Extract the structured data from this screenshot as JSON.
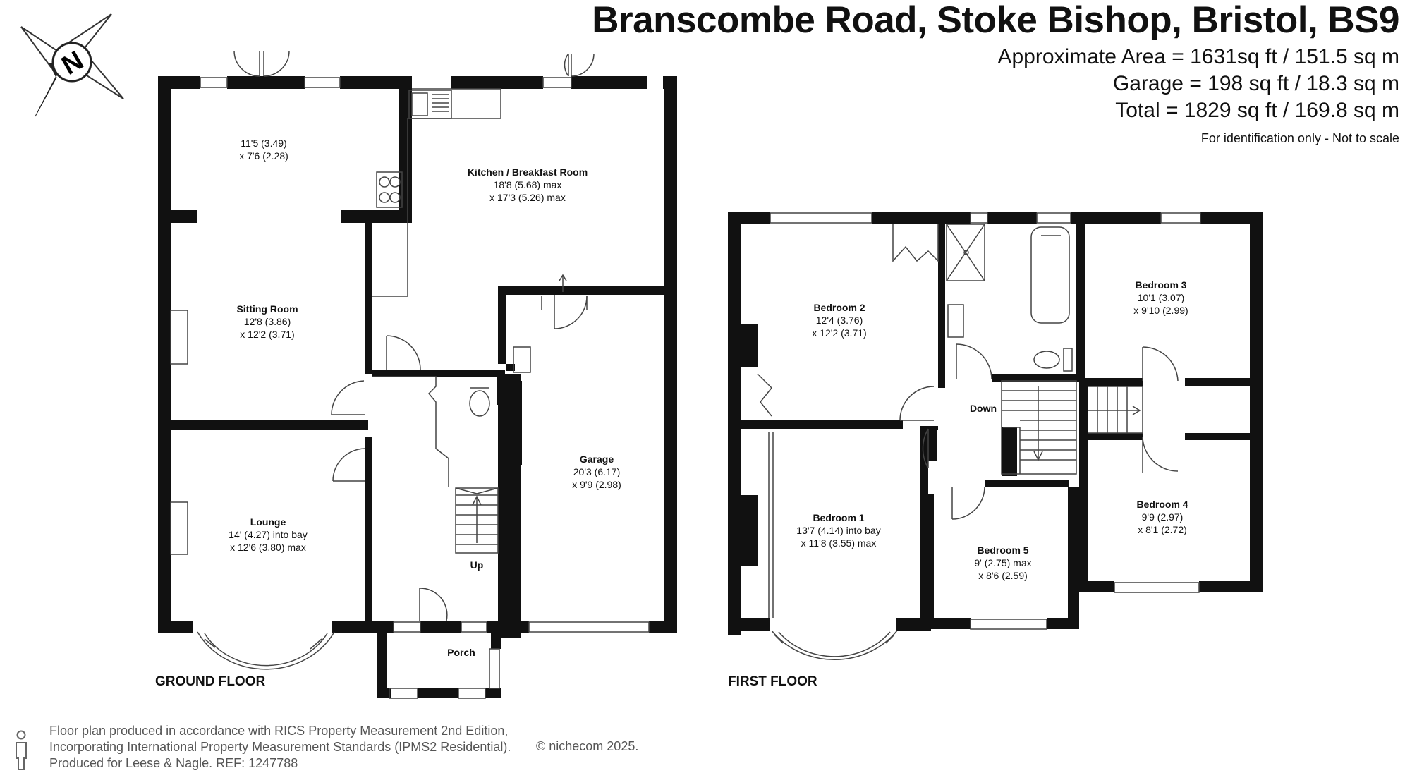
{
  "header": {
    "title": "Branscombe Road, Stoke Bishop, Bristol, BS9",
    "approx_area": "Approximate Area = 1631sq ft / 151.5 sq m",
    "garage_area": "Garage = 198 sq ft / 18.3 sq m",
    "total_area": "Total = 1829 sq ft / 169.8 sq m",
    "note": "For identification only - Not to scale"
  },
  "compass": {
    "letter": "N",
    "icon": "compass-rose-icon"
  },
  "ground_floor": {
    "label": "GROUND FLOOR",
    "rooms": {
      "conservatory": {
        "dim1": "11'5 (3.49)",
        "dim2": "x 7'6 (2.28)"
      },
      "kitchen": {
        "name": "Kitchen / Breakfast Room",
        "dim1": "18'8 (5.68) max",
        "dim2": "x 17'3 (5.26) max"
      },
      "sitting": {
        "name": "Sitting Room",
        "dim1": "12'8 (3.86)",
        "dim2": "x 12'2 (3.71)"
      },
      "garage": {
        "name": "Garage",
        "dim1": "20'3 (6.17)",
        "dim2": "x 9'9 (2.98)"
      },
      "lounge": {
        "name": "Lounge",
        "dim1": "14' (4.27) into bay",
        "dim2": "x 12'6 (3.80) max"
      },
      "porch": {
        "name": "Porch"
      },
      "stairs": {
        "label": "Up"
      }
    }
  },
  "first_floor": {
    "label": "FIRST FLOOR",
    "rooms": {
      "bedroom2": {
        "name": "Bedroom 2",
        "dim1": "12'4 (3.76)",
        "dim2": "x 12'2 (3.71)"
      },
      "bedroom3": {
        "name": "Bedroom 3",
        "dim1": "10'1 (3.07)",
        "dim2": "x 9'10 (2.99)"
      },
      "bedroom1": {
        "name": "Bedroom 1",
        "dim1": "13'7 (4.14) into bay",
        "dim2": "x 11'8 (3.55) max"
      },
      "bedroom4": {
        "name": "Bedroom 4",
        "dim1": "9'9 (2.97)",
        "dim2": "x 8'1 (2.72)"
      },
      "bedroom5": {
        "name": "Bedroom 5",
        "dim1": "9' (2.75) max",
        "dim2": "x 8'6 (2.59)"
      },
      "stairs": {
        "label": "Down"
      }
    }
  },
  "footer": {
    "line1": "Floor plan produced in accordance with RICS Property Measurement 2nd Edition,",
    "line2": "Incorporating International Property Measurement Standards (IPMS2 Residential).",
    "line3": "Produced for Leese & Nagle.   REF:  1247788",
    "brand": "© nichecom 2025.",
    "person_icon": "person-icon"
  },
  "colors": {
    "wall": "#111111",
    "text": "#111111",
    "footer_text": "#555555",
    "line": "#444444"
  }
}
